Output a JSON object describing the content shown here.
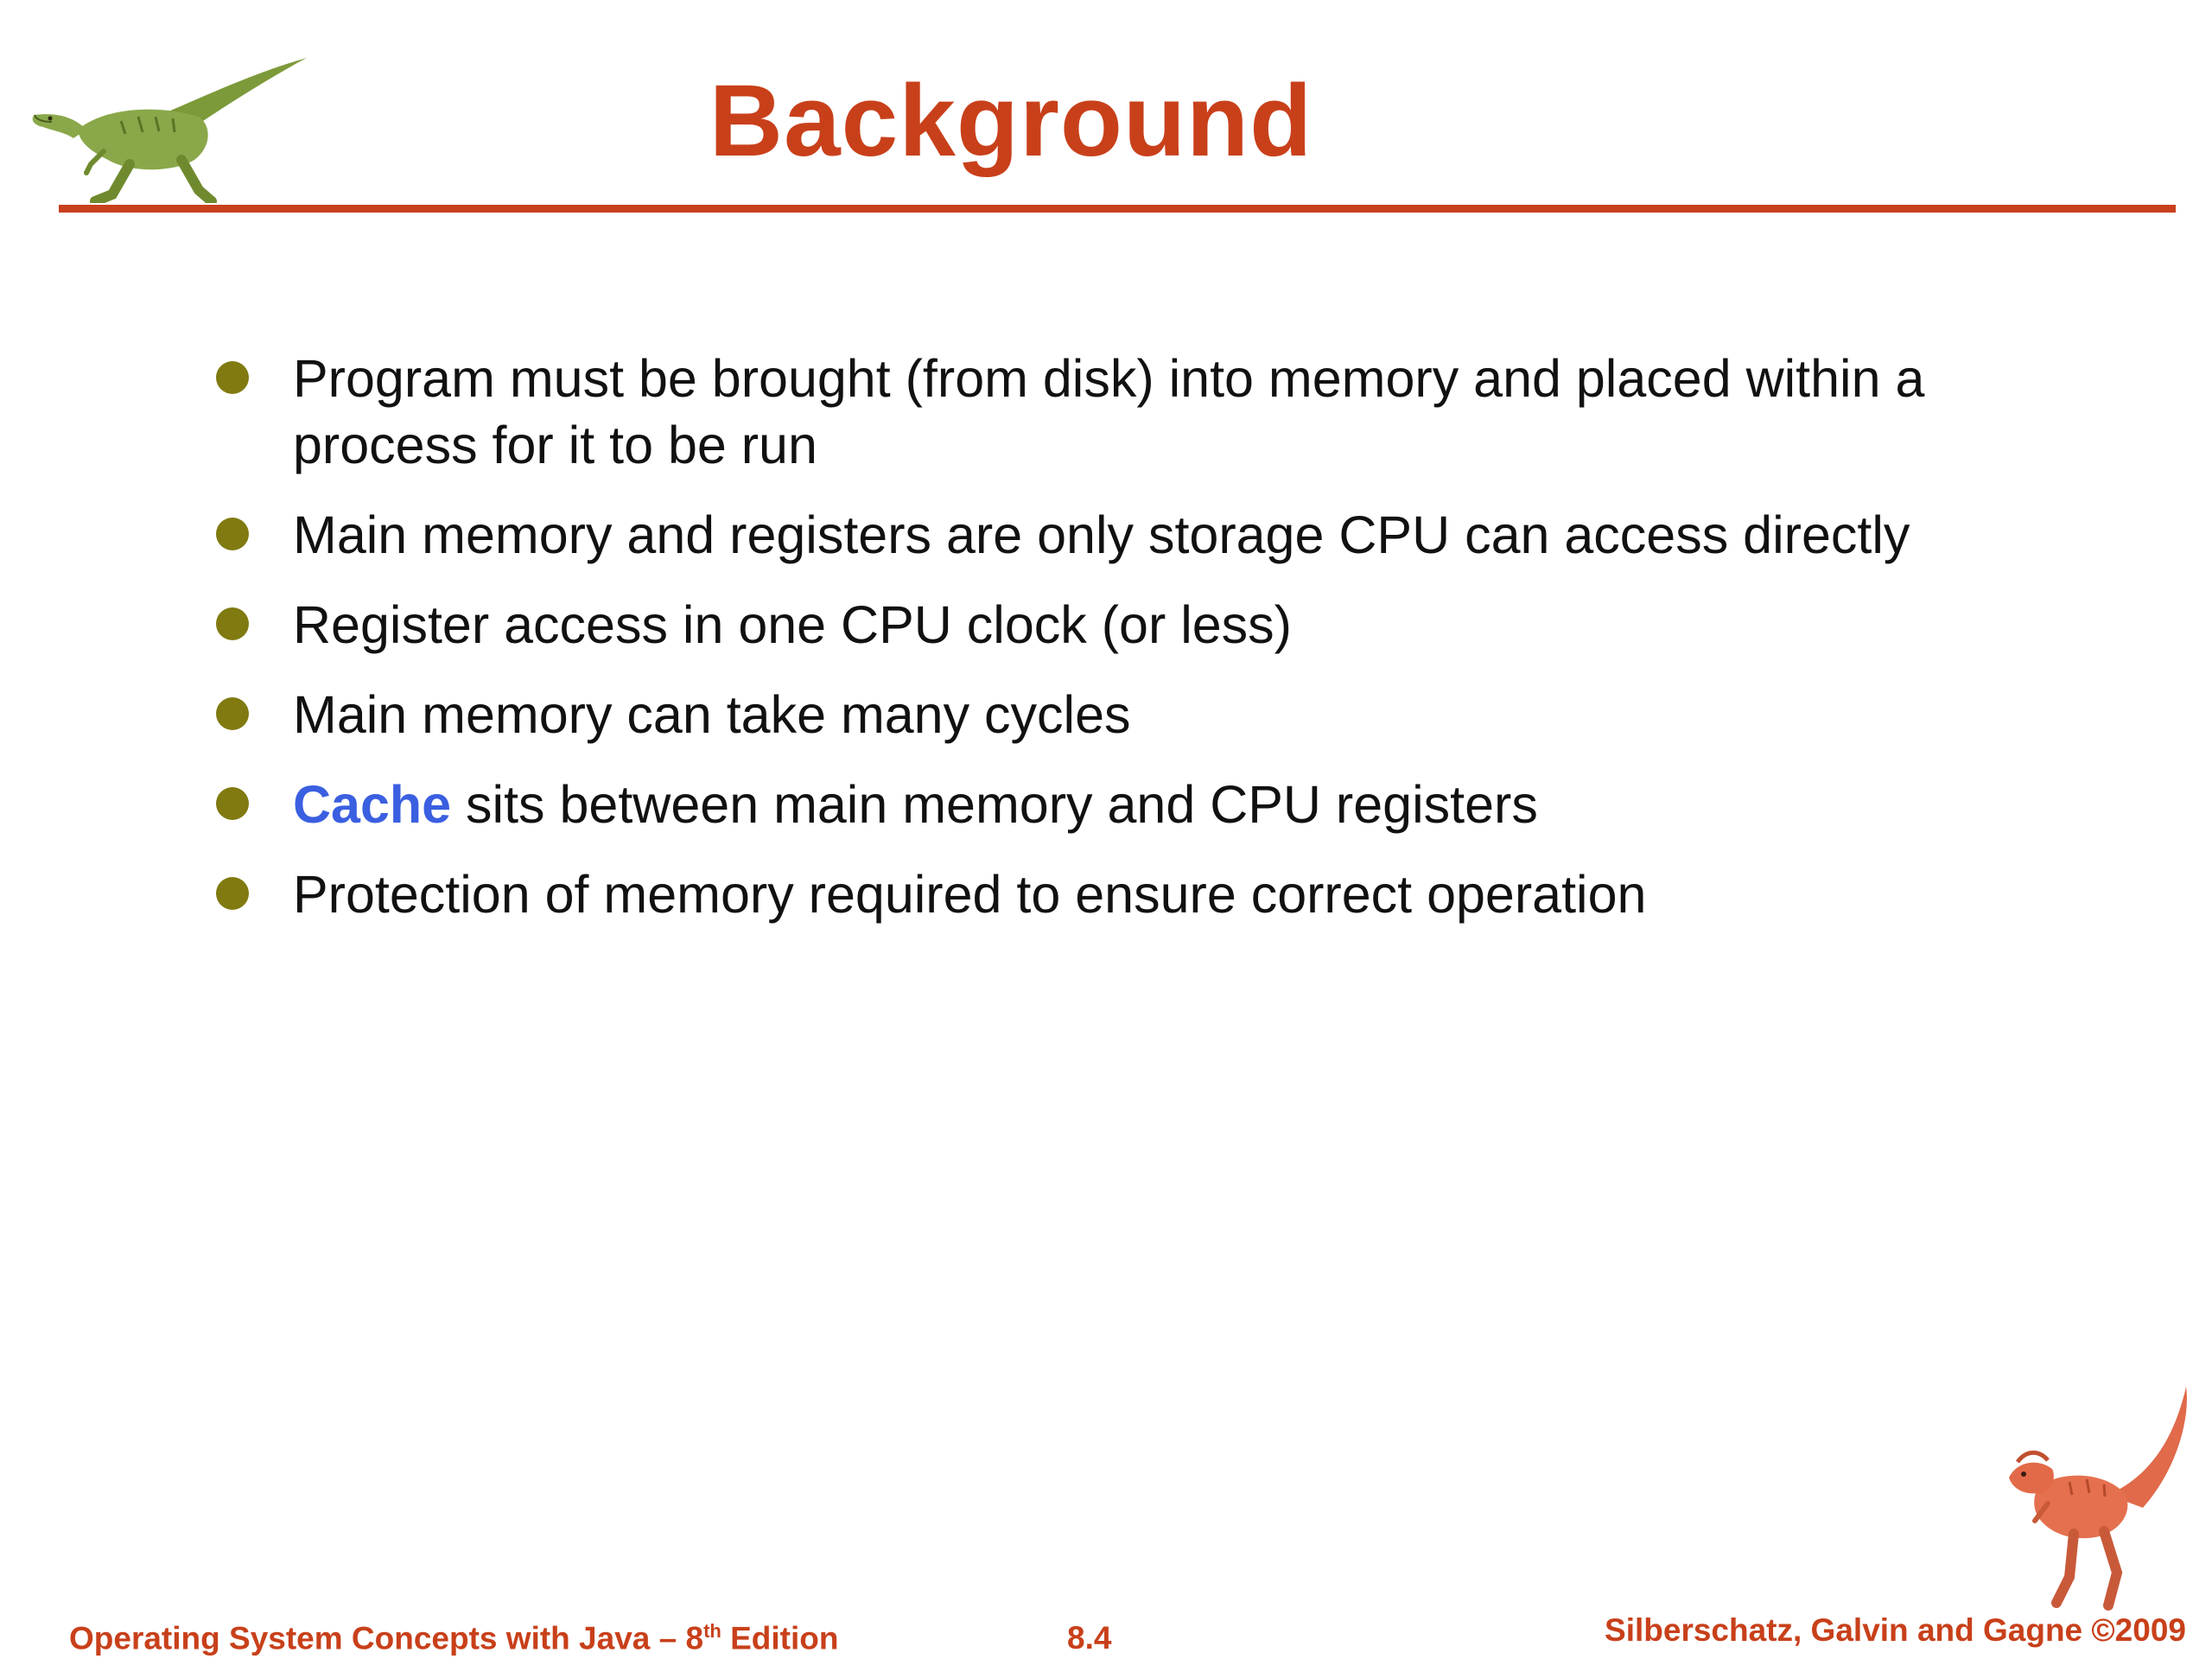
{
  "slide": {
    "title": "Background",
    "bullets": [
      {
        "lead": "",
        "text": "Program must be brought (from disk)  into memory and placed within a process for it to be run"
      },
      {
        "lead": "",
        "text": "Main memory and registers are only storage CPU can access directly"
      },
      {
        "lead": "",
        "text": "Register access in one CPU clock (or less)"
      },
      {
        "lead": "",
        "text": "Main memory can take many cycles"
      },
      {
        "lead": "Cache",
        "text": " sits between main memory and CPU registers"
      },
      {
        "lead": "",
        "text": "Protection of memory required to ensure correct operation"
      }
    ]
  },
  "footer": {
    "book_title_pre": "Operating System Concepts  with Java – 8",
    "book_title_sup": "th",
    "book_title_post": " Edition",
    "page_number": "8.4",
    "copyright": "Silberschatz, Galvin and Gagne ©2009"
  },
  "colors": {
    "title": "#c8401a",
    "rule": "#c9401c",
    "bullet_dot": "#807a10",
    "accent": "#3a5fe0",
    "body_text": "#111111"
  },
  "icons": {
    "top_logo": "green-dinosaur-icon",
    "bottom_logo": "red-dinosaur-icon"
  }
}
